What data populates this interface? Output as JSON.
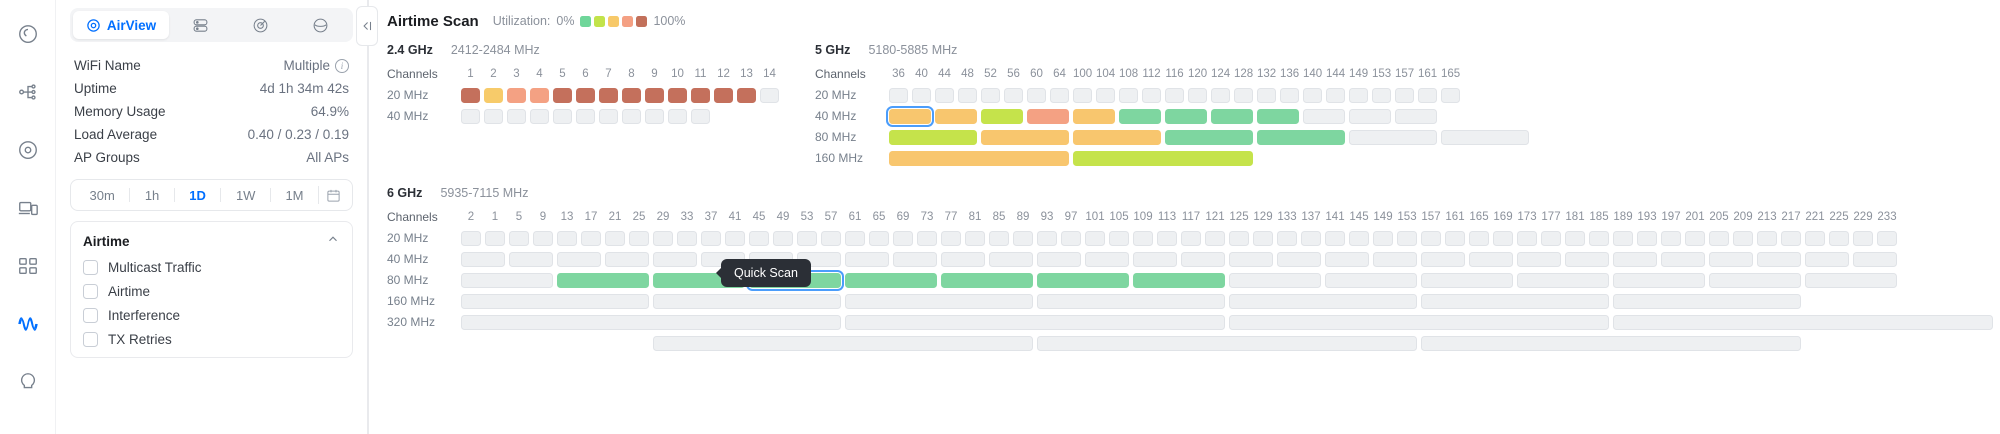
{
  "rail": {
    "items": [
      {
        "name": "dashboard-icon",
        "active": false
      },
      {
        "name": "topology-icon",
        "active": false
      },
      {
        "name": "devices-icon",
        "active": false
      },
      {
        "name": "client-devices-icon",
        "active": false
      },
      {
        "name": "apps-icon",
        "active": false
      },
      {
        "name": "airview-wave-icon",
        "active": true
      },
      {
        "name": "insights-icon",
        "active": false
      }
    ]
  },
  "left_panel": {
    "tabs": [
      {
        "label": "AirView",
        "icon": "target-ring-icon",
        "active": true
      },
      {
        "label": "",
        "icon": "stack-icon",
        "active": false
      },
      {
        "label": "",
        "icon": "radar-icon",
        "active": false
      },
      {
        "label": "",
        "icon": "smile-icon",
        "active": false
      }
    ],
    "stats": [
      {
        "label": "WiFi Name",
        "value": "Multiple",
        "info": true
      },
      {
        "label": "Uptime",
        "value": "4d 1h 34m 42s",
        "info": false
      },
      {
        "label": "Memory Usage",
        "value": "64.9%",
        "info": false
      },
      {
        "label": "Load Average",
        "value": "0.40 / 0.23 / 0.19",
        "info": false
      },
      {
        "label": "AP Groups",
        "value": "All APs",
        "info": false
      }
    ],
    "ranges": [
      {
        "label": "30m",
        "active": false
      },
      {
        "label": "1h",
        "active": false
      },
      {
        "label": "1D",
        "active": true
      },
      {
        "label": "1W",
        "active": false
      },
      {
        "label": "1M",
        "active": false
      }
    ],
    "calendar_icon": "calendar-icon",
    "airtime_section": {
      "title": "Airtime",
      "collapse_icon": "chevron-up-icon",
      "checkboxes": [
        {
          "label": "Multicast Traffic",
          "checked": false
        },
        {
          "label": "Airtime",
          "checked": false
        },
        {
          "label": "Interference",
          "checked": false
        },
        {
          "label": "TX Retries",
          "checked": false
        }
      ]
    }
  },
  "collapse_button": {
    "icon": "collapse-left-icon"
  },
  "tooltip": {
    "text": "Quick Scan"
  },
  "main": {
    "title": "Airtime Scan",
    "utilization": {
      "label": "Utilization:",
      "min": "0%",
      "max": "100%",
      "swatches": [
        "#6fd69a",
        "#c2e34a",
        "#f7c969",
        "#f4a083",
        "#c2705a"
      ]
    },
    "palette": {
      "empty": "#eef0f2",
      "empty_border": "#e0e3e7",
      "green": "#7ed6a0",
      "lime": "#c5e34b",
      "orange": "#f8c66e",
      "salmon": "#f4a183",
      "brown": "#c4705c",
      "yellow": "#f7cb6a",
      "selected_outline": "#4b9dfb"
    },
    "bands": [
      {
        "name": "2.4 GHz",
        "range": "2412-2484 MHz",
        "channels_label": "Channels",
        "channels": [
          "1",
          "2",
          "3",
          "4",
          "5",
          "6",
          "7",
          "8",
          "9",
          "10",
          "11",
          "12",
          "13",
          "14"
        ],
        "rows": [
          {
            "label": "20 MHz",
            "span": 1,
            "cells": [
              "brown",
              "yellow",
              "salmon",
              "salmon",
              "brown",
              "brown",
              "brown",
              "brown",
              "brown",
              "brown",
              "brown",
              "brown",
              "brown",
              "empty"
            ]
          },
          {
            "label": "40 MHz",
            "span": 1,
            "cells": [
              "empty",
              "empty",
              "empty",
              "empty",
              "empty",
              "empty",
              "empty",
              "empty",
              "empty",
              "empty",
              "empty"
            ]
          }
        ]
      },
      {
        "name": "5 GHz",
        "range": "5180-5885 MHz",
        "channels_label": "Channels",
        "channels": [
          "36",
          "40",
          "44",
          "48",
          "52",
          "56",
          "60",
          "64",
          "100",
          "104",
          "108",
          "112",
          "116",
          "120",
          "124",
          "128",
          "132",
          "136",
          "140",
          "144",
          "149",
          "153",
          "157",
          "161",
          "165"
        ],
        "rows": [
          {
            "label": "20 MHz",
            "span": 1,
            "cells": [
              "empty",
              "empty",
              "empty",
              "empty",
              "empty",
              "empty",
              "empty",
              "empty",
              "empty",
              "empty",
              "empty",
              "empty",
              "empty",
              "empty",
              "empty",
              "empty",
              "empty",
              "empty",
              "empty",
              "empty",
              "empty",
              "empty",
              "empty",
              "empty",
              "empty"
            ]
          },
          {
            "label": "40 MHz",
            "span": 2,
            "cells": [
              "orange-selected",
              "orange",
              "lime",
              "salmon",
              "orange",
              "green",
              "green",
              "green",
              "green",
              "empty",
              "empty",
              "empty"
            ]
          },
          {
            "label": "80 MHz",
            "span": 4,
            "cells": [
              "lime",
              "orange",
              "orange",
              "green",
              "green",
              "empty",
              "empty"
            ]
          },
          {
            "label": "160 MHz",
            "span": 8,
            "cells": [
              "orange",
              "lime"
            ]
          }
        ]
      }
    ],
    "band6": {
      "name": "6 GHz",
      "range": "5935-7115 MHz",
      "channels_label": "Channels",
      "channels": [
        "2",
        "1",
        "5",
        "9",
        "13",
        "17",
        "21",
        "25",
        "29",
        "33",
        "37",
        "41",
        "45",
        "49",
        "53",
        "57",
        "61",
        "65",
        "69",
        "73",
        "77",
        "81",
        "85",
        "89",
        "93",
        "97",
        "101",
        "105",
        "109",
        "113",
        "117",
        "121",
        "125",
        "129",
        "133",
        "137",
        "141",
        "145",
        "149",
        "153",
        "157",
        "161",
        "165",
        "169",
        "173",
        "177",
        "181",
        "185",
        "189",
        "193",
        "197",
        "201",
        "205",
        "209",
        "213",
        "217",
        "221",
        "225",
        "229",
        "233"
      ],
      "rows": [
        {
          "label": "20 MHz",
          "span": 1,
          "count": 60,
          "filled": {}
        },
        {
          "label": "40 MHz",
          "span": 2,
          "count": 30,
          "filled": {}
        },
        {
          "label": "80 MHz",
          "span": 4,
          "count": 15,
          "filled": {
            "1": "green",
            "2": "green",
            "3": "green-selected",
            "4": "green",
            "5": "green",
            "6": "green",
            "7": "green"
          }
        },
        {
          "label": "160 MHz",
          "span": 8,
          "count": 7,
          "filled": {}
        },
        {
          "label": "320 MHz",
          "span": 16,
          "count": 4,
          "filled": {}
        },
        {
          "label": "",
          "span": 16,
          "count": 3,
          "offset": 8,
          "filled": {}
        }
      ]
    }
  }
}
